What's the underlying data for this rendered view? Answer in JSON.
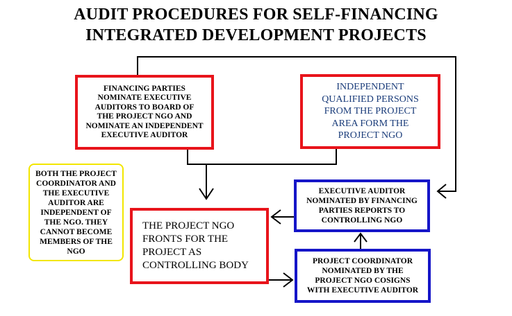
{
  "title_lines": {
    "line1": "AUDIT PROCEDURES FOR SELF-FINANCING",
    "line2": "INTEGRATED DEVELOPMENT PROJECTS"
  },
  "boxes": {
    "financing": "FINANCING PARTIES\nNOMINATE EXECUTIVE\nAUDITORS TO BOARD OF\nTHE PROJECT NGO AND\nNOMINATE AN INDEPENDENT\nEXECUTIVE AUDITOR",
    "independent": "INDEPENDENT\nQUALIFIED PERSONS\nFROM THE PROJECT\nAREA FORM THE\nPROJECT NGO",
    "note": "BOTH THE PROJECT\nCOORDINATOR AND\nTHE EXECUTIVE\nAUDITOR ARE\nINDEPENDENT OF\nTHE NGO. THEY\nCANNOT BECOME\nMEMBERS OF THE\nNGO",
    "controlling": "THE PROJECT NGO\nFRONTS FOR THE\nPROJECT AS\nCONTROLLING BODY",
    "auditor": "EXECUTIVE AUDITOR\nNOMINATED BY FINANCING\nPARTIES REPORTS TO\nCONTROLLING NGO",
    "coordinator": "PROJECT COORDINATOR\nNOMINATED BY THE\nPROJECT NGO COSIGNS\nWITH EXECUTIVE AUDITOR"
  },
  "colors": {
    "red_border": "#e8141b",
    "blue_border": "#1515c8",
    "yellow_border": "#f2e600",
    "independent_text": "#1a3c7a"
  }
}
